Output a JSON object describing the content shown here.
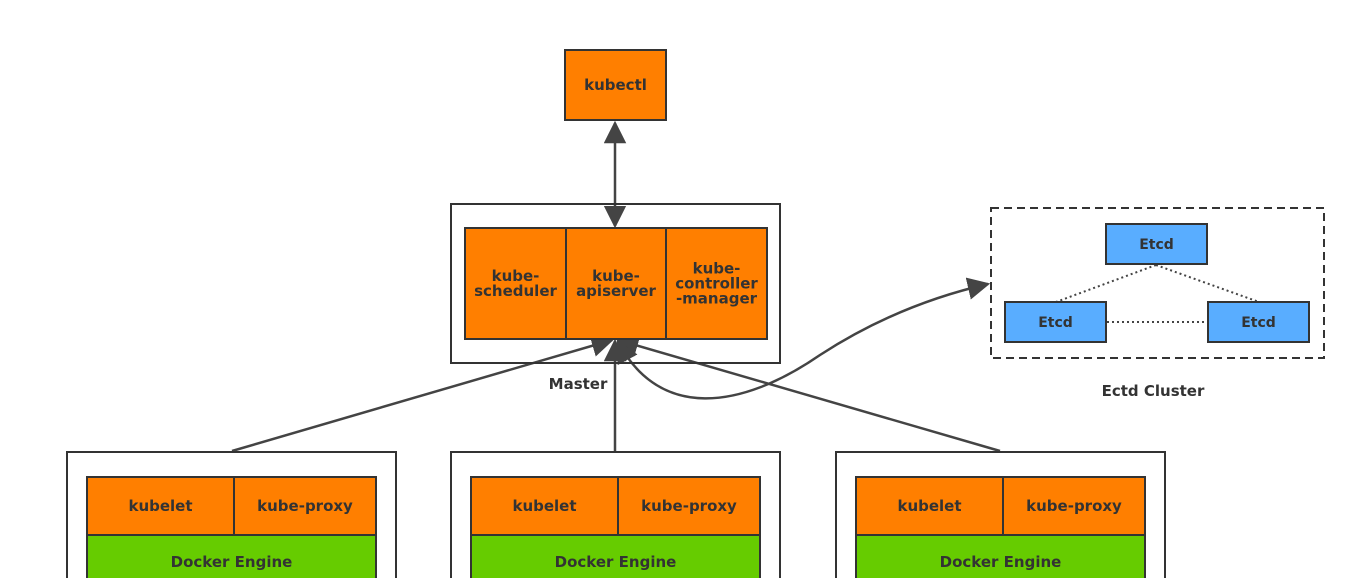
{
  "colors": {
    "orange": "#FF7F00",
    "blue": "#59ADFF",
    "green": "#66CC00",
    "stroke": "#333333",
    "line": "#444444"
  },
  "kubectl": {
    "label": "kubectl"
  },
  "master": {
    "label": "Master",
    "components": [
      {
        "lines": [
          "kube-",
          "scheduler"
        ]
      },
      {
        "lines": [
          "kube-",
          "apiserver"
        ]
      },
      {
        "lines": [
          "kube-",
          "controller",
          "-manager"
        ]
      }
    ]
  },
  "etcd_cluster": {
    "label": "Ectd Cluster",
    "nodes": [
      "Etcd",
      "Etcd",
      "Etcd"
    ]
  },
  "nodes": [
    {
      "kubelet": "kubelet",
      "proxy": "kube-proxy",
      "engine": "Docker Engine"
    },
    {
      "kubelet": "kubelet",
      "proxy": "kube-proxy",
      "engine": "Docker Engine"
    },
    {
      "kubelet": "kubelet",
      "proxy": "kube-proxy",
      "engine": "Docker Engine"
    }
  ]
}
